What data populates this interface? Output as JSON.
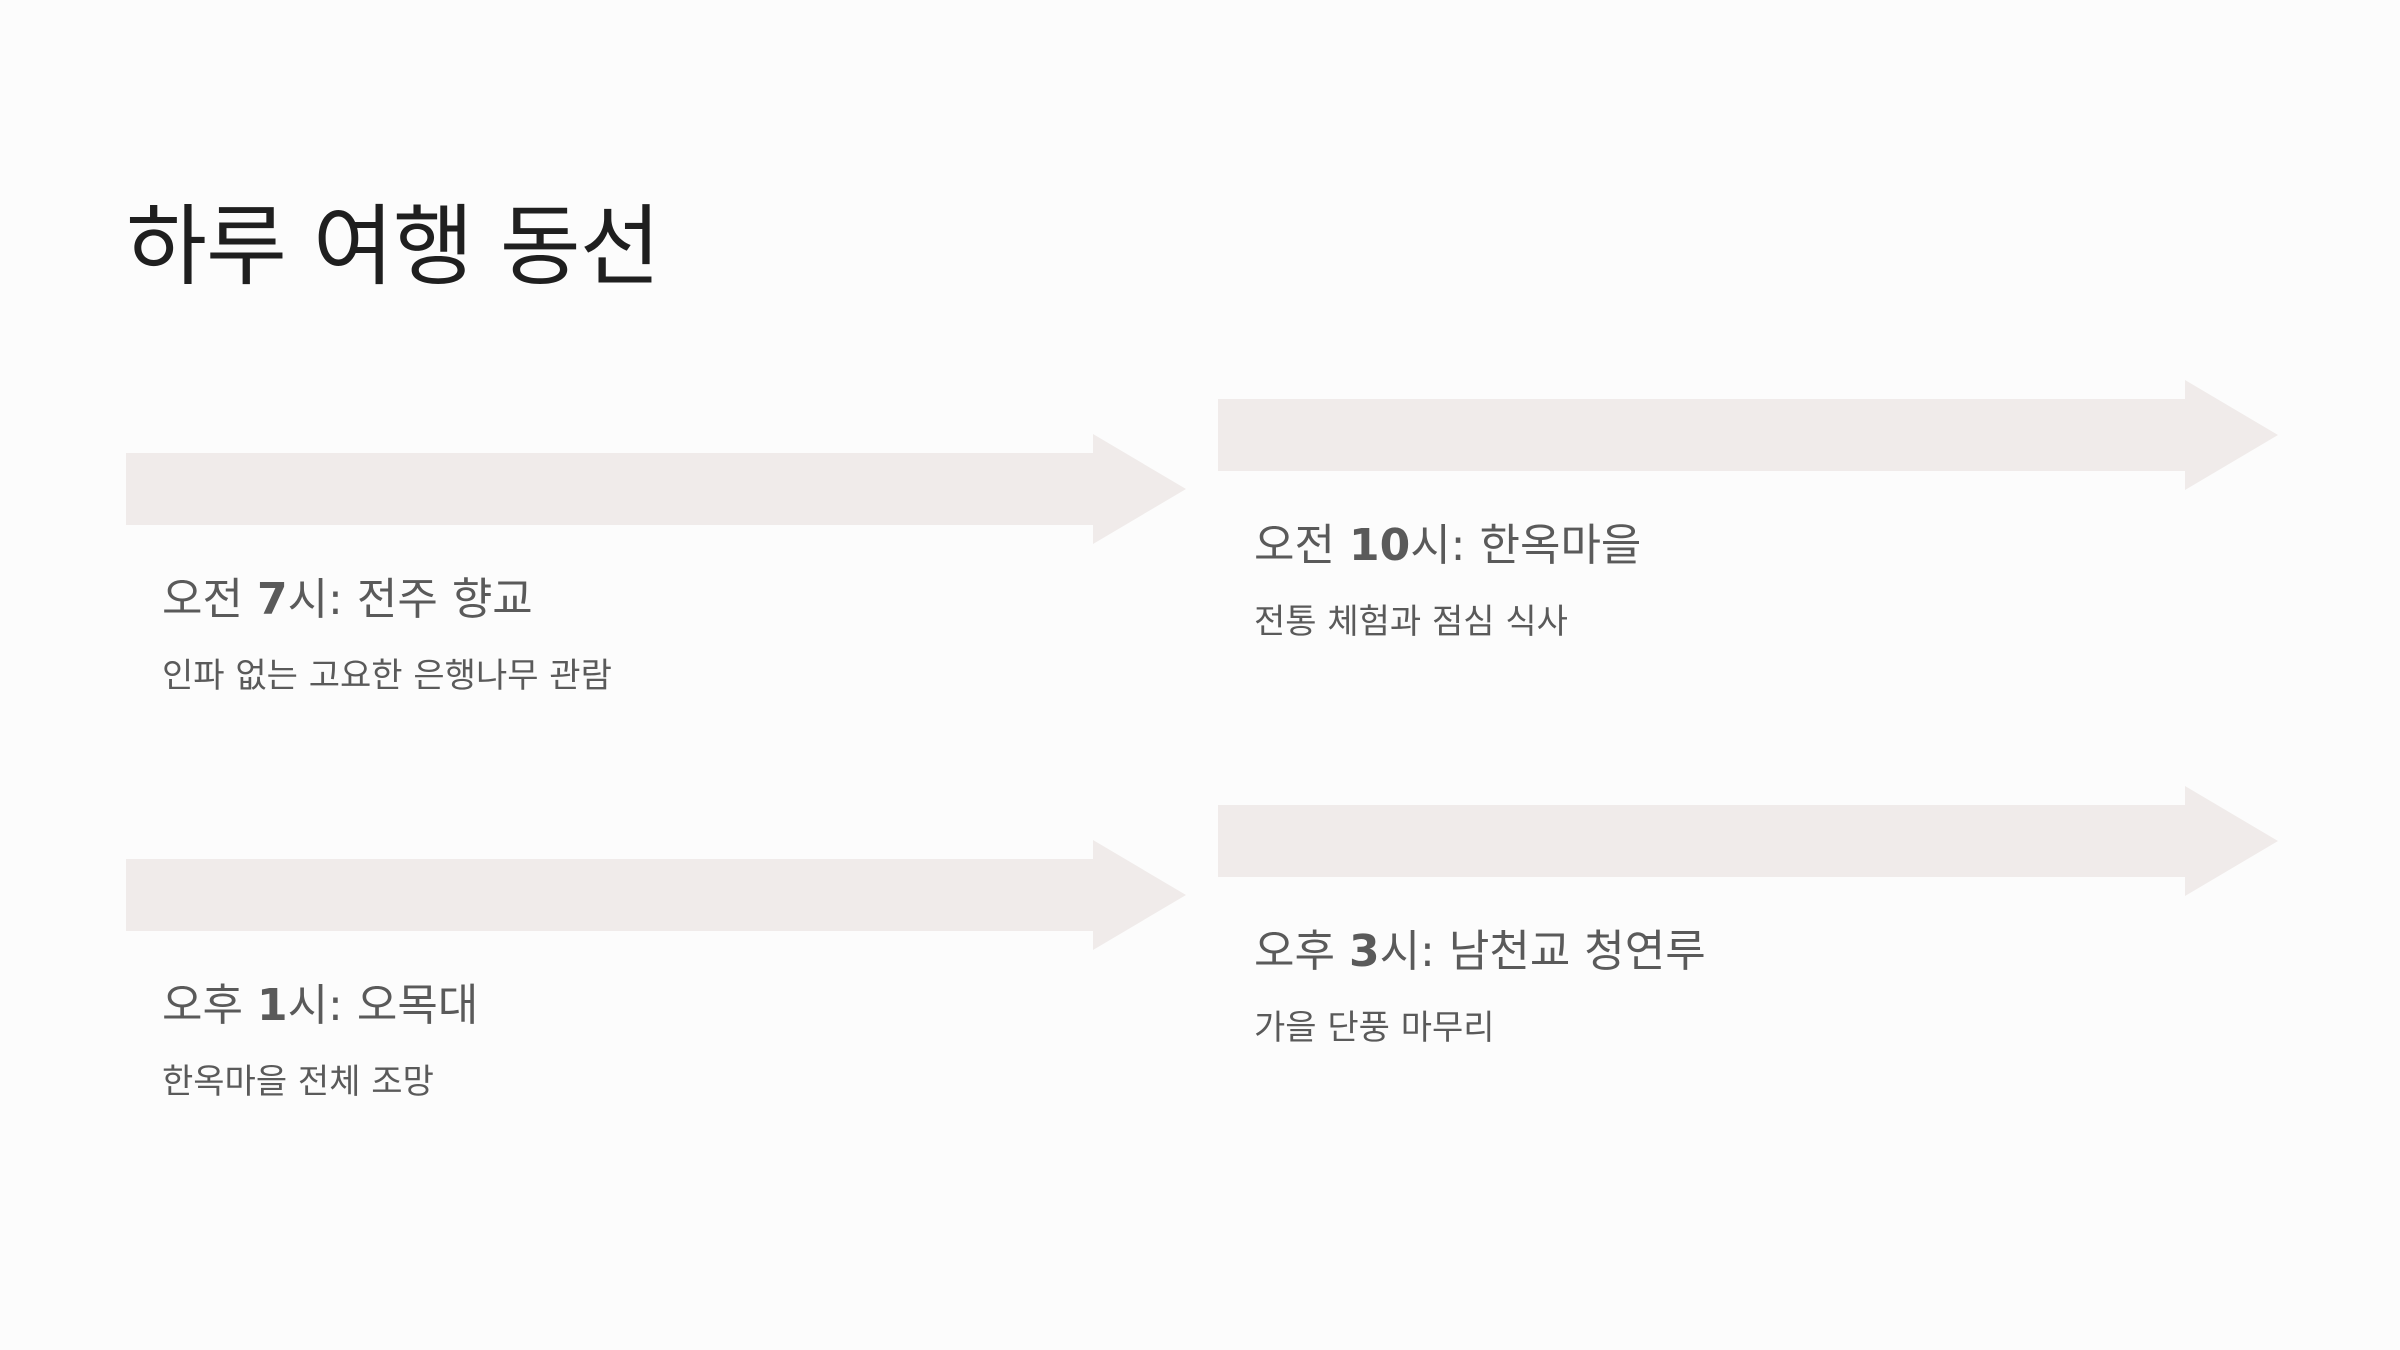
{
  "title": "하루 여행 동선",
  "colors": {
    "background": "#fcfcfc",
    "arrow": "#f0ebea",
    "title_text": "#1f1f1f",
    "body_text": "#5a5a5a"
  },
  "steps": [
    {
      "time_prefix": "오전 ",
      "time_number": "7",
      "time_suffix": "시: ",
      "place": "전주 향교",
      "description": "인파 없는 고요한 은행나무 관람"
    },
    {
      "time_prefix": "오전 ",
      "time_number": "10",
      "time_suffix": "시: ",
      "place": "한옥마을",
      "description": "전통 체험과 점심 식사"
    },
    {
      "time_prefix": "오후 ",
      "time_number": "1",
      "time_suffix": "시: ",
      "place": "오목대",
      "description": "한옥마을 전체 조망"
    },
    {
      "time_prefix": "오후 ",
      "time_number": "3",
      "time_suffix": "시: ",
      "place": "남천교 청연루",
      "description": "가을 단풍 마무리"
    }
  ]
}
